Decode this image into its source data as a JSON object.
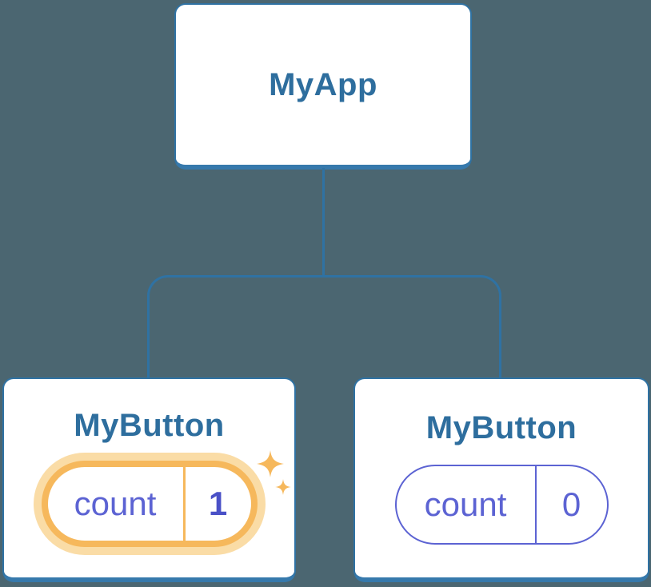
{
  "diagram": {
    "root": {
      "label": "MyApp"
    },
    "children": [
      {
        "label": "MyButton",
        "state_key": "count",
        "state_value": "1",
        "highlighted": true
      },
      {
        "label": "MyButton",
        "state_key": "count",
        "state_value": "0",
        "highlighted": false
      }
    ]
  },
  "icons": {
    "sparkle": "sparkle-icon"
  },
  "colors": {
    "background": "#4B6671",
    "node_border": "#2F72A3",
    "node_border_bottom": "#3679AC",
    "node_text": "#2E6E9E",
    "state_text": "#5C63D3",
    "state_value_highlight": "#4A51C7",
    "highlight_orange": "#F6B85C",
    "highlight_glow": "#FADCA6"
  }
}
